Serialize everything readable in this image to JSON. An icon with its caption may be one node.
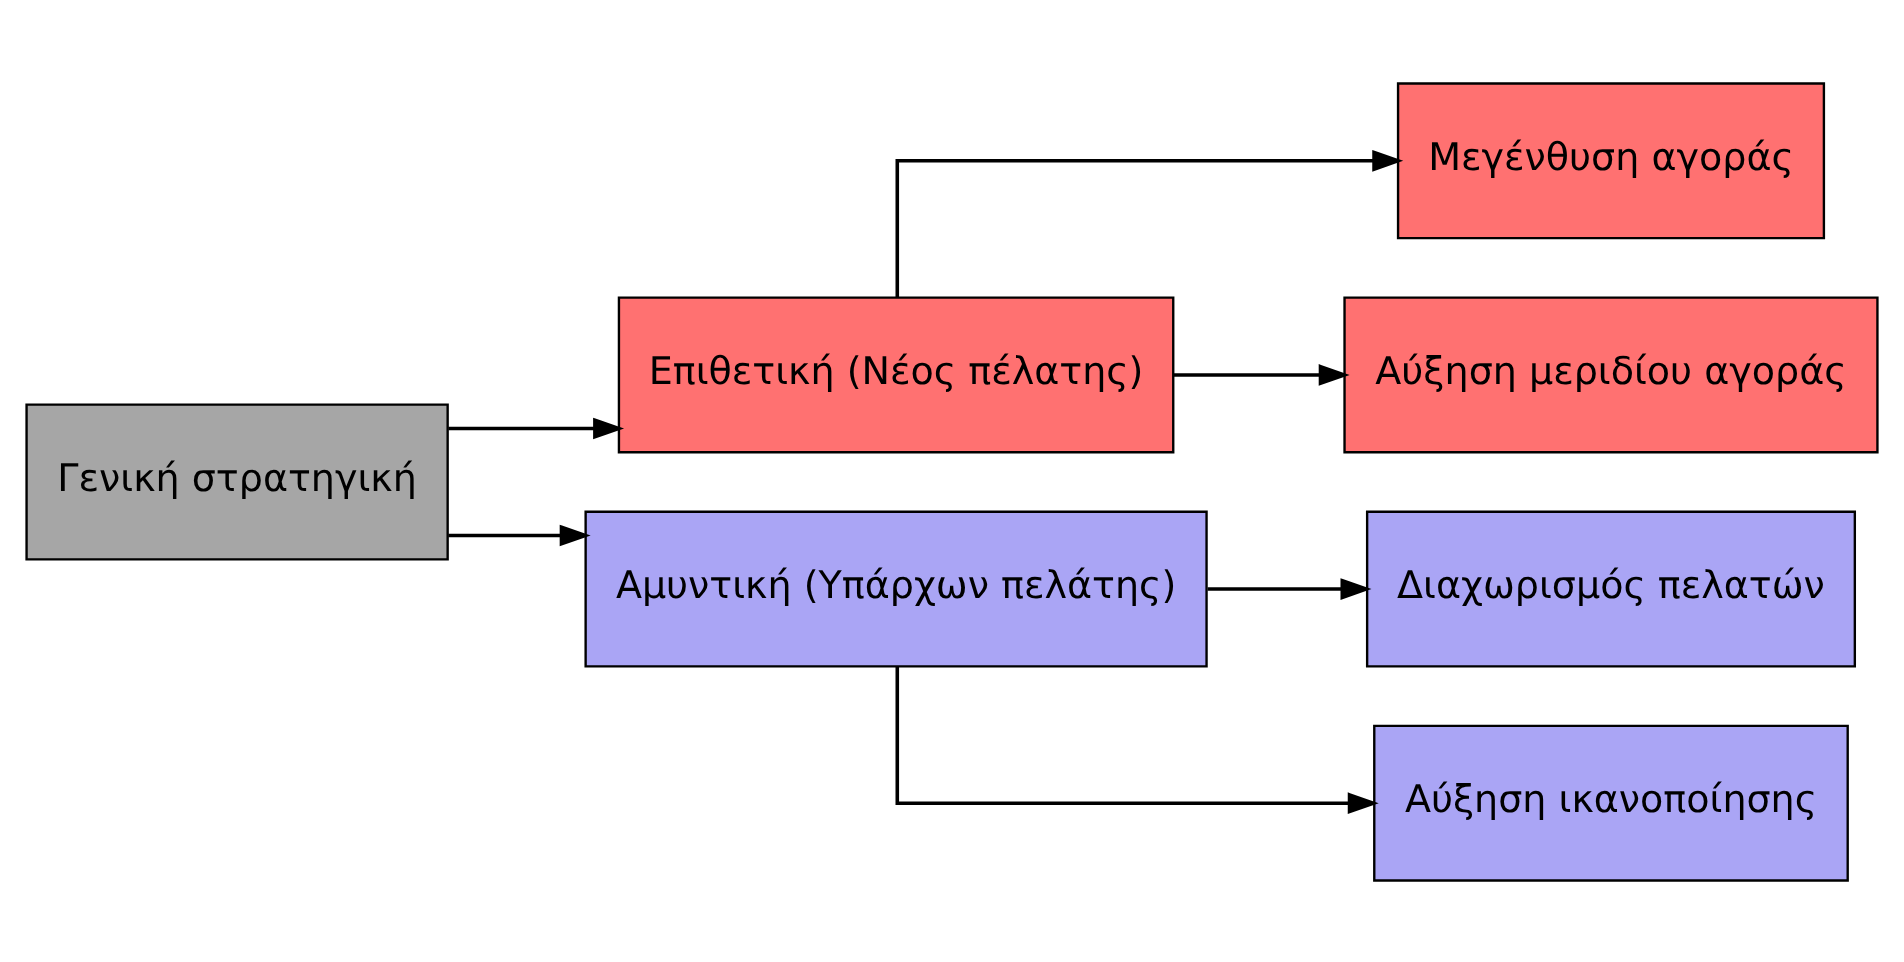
{
  "diagram": {
    "nodes": [
      {
        "text": [
          "Γενική στρατηγική"
        ]
      },
      {
        "text": [
          "Επιθετική (Νέος πέλατης)"
        ]
      },
      {
        "text": [
          "Μεγένθυση αγοράς"
        ]
      },
      {
        "text": [
          "Αύξηση μεριδίου αγοράς"
        ]
      },
      {
        "text": [
          "Αμυντική (Υπάρχων πελάτης)"
        ]
      },
      {
        "text": [
          "Διαχωρισμός πελατών"
        ]
      },
      {
        "text": [
          "Αύξηση ικανοποίησης"
        ]
      }
    ],
    "edges": [
      {
        "from": 0,
        "to": 1,
        "arrow": "to"
      },
      {
        "from": 0,
        "to": 4,
        "arrow": "to"
      },
      {
        "from": 1,
        "to": 2,
        "arrow": "to"
      },
      {
        "from": 1,
        "to": 3,
        "arrow": "to"
      },
      {
        "from": 4,
        "to": 5,
        "arrow": "to"
      },
      {
        "from": 4,
        "to": 6,
        "arrow": "to"
      }
    ]
  }
}
